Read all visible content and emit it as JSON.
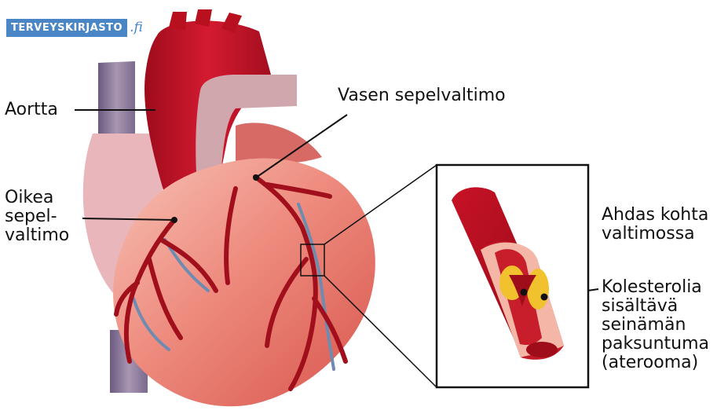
{
  "logo": {
    "text": "TERVEYSKIRJASTO",
    "suffix": ".fi"
  },
  "labels": {
    "aorta": "Aortta",
    "right_coronary": [
      "Oikea",
      "sepel-",
      "valtimo"
    ],
    "left_coronary": "Vasen sepelvaltimo",
    "narrowing": [
      "Ahdas kohta",
      "valtimossa"
    ],
    "plaque": [
      "Kolesterolia",
      "sisältävä",
      "seinämän",
      "paksuntuma",
      "(aterooma)"
    ]
  },
  "colors": {
    "heart": "#e8756a",
    "heart_light": "#f4b3a8",
    "artery": "#b1121e",
    "vein": "#6f8bb0",
    "aorta": "#c8102e",
    "vena_cava": "#8f7fa0",
    "plaque": "#f2c12e",
    "logo": "#4a86c5"
  }
}
